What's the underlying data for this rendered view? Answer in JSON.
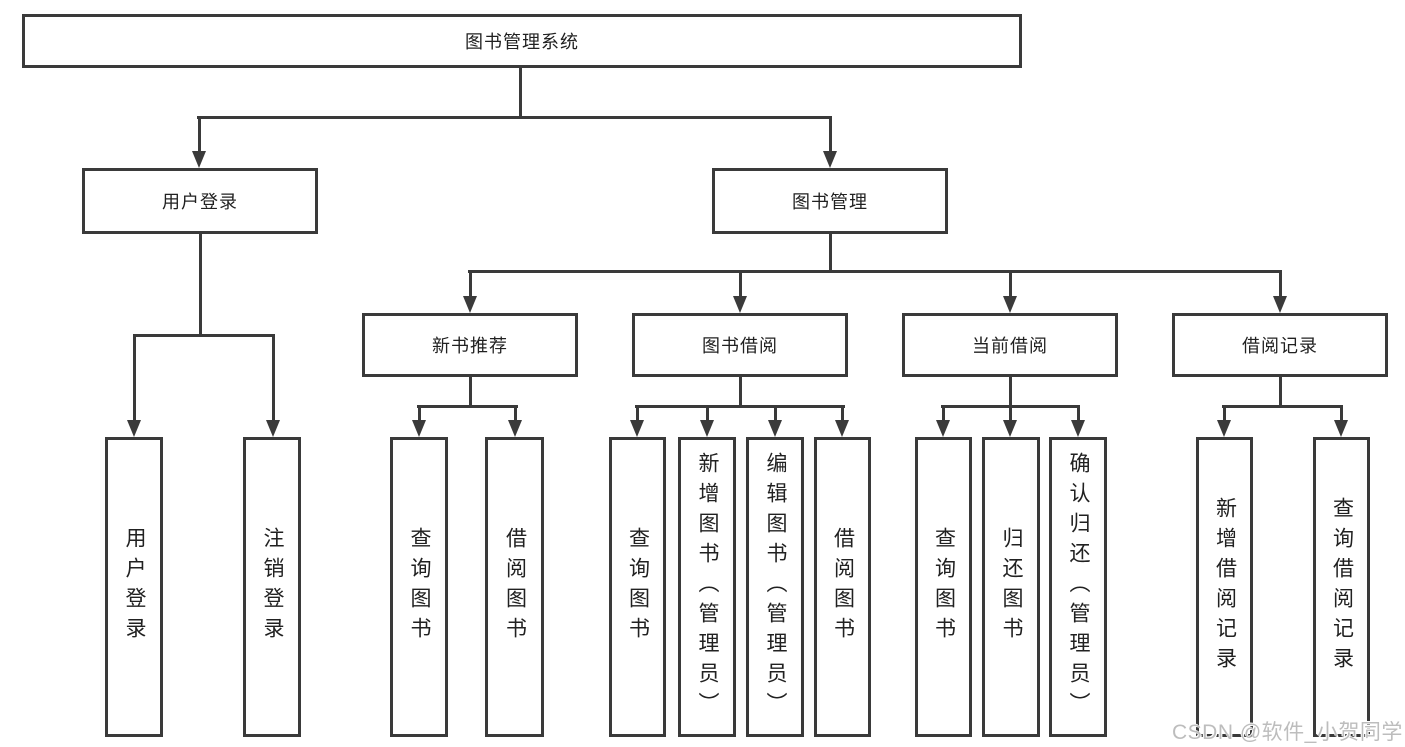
{
  "tree": {
    "label": "图书管理系统",
    "children": [
      {
        "label": "用户登录",
        "children": [
          {
            "label": "用户登录"
          },
          {
            "label": "注销登录"
          }
        ]
      },
      {
        "label": "图书管理",
        "children": [
          {
            "label": "新书推荐",
            "children": [
              {
                "label": "查询图书"
              },
              {
                "label": "借阅图书"
              }
            ]
          },
          {
            "label": "图书借阅",
            "children": [
              {
                "label": "查询图书"
              },
              {
                "label": "新增图书（管理员）"
              },
              {
                "label": "编辑图书（管理员）"
              },
              {
                "label": "借阅图书"
              }
            ]
          },
          {
            "label": "当前借阅",
            "children": [
              {
                "label": "查询图书"
              },
              {
                "label": "归还图书"
              },
              {
                "label": "确认归还（管理员）"
              }
            ]
          },
          {
            "label": "借阅记录",
            "children": [
              {
                "label": "新增借阅记录"
              },
              {
                "label": "查询借阅记录"
              }
            ]
          }
        ]
      }
    ]
  },
  "watermark": "CSDN @软件_小贺同学",
  "colors": {
    "line": "#3a3a3a",
    "text": "#212121",
    "box_fill": "#ffffff",
    "watermark": "#bdbdbd",
    "background": "#ffffff"
  }
}
